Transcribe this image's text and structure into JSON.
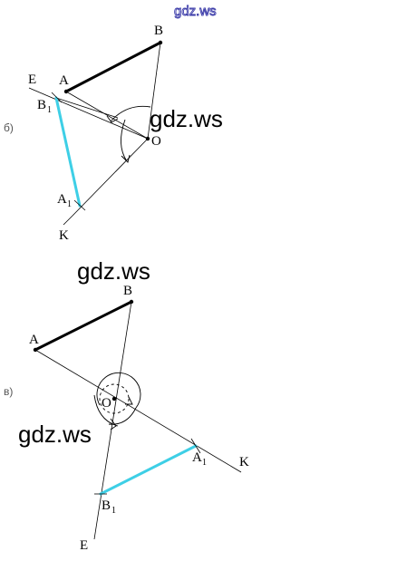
{
  "watermarks": {
    "top": "gdz.ws",
    "mid1": "gdz.ws",
    "mid2": "gdz.ws",
    "mid3": "gdz.ws"
  },
  "figure_b": {
    "marker": "б)",
    "labels": {
      "A": "A",
      "B": "B",
      "O": "O",
      "E": "E",
      "K": "K",
      "B1": "B",
      "B1_sub": "1",
      "A1": "A",
      "A1_sub": "1"
    }
  },
  "figure_v": {
    "marker": "в)",
    "labels": {
      "A": "A",
      "B": "B",
      "O": "O",
      "E": "E",
      "K": "K",
      "B1": "B",
      "B1_sub": "1",
      "A1": "A",
      "A1_sub": "1"
    }
  },
  "colors": {
    "segment": "#000000",
    "image_segment": "#3ecfe6",
    "watermark_top_outline": "#3a3aa8"
  }
}
